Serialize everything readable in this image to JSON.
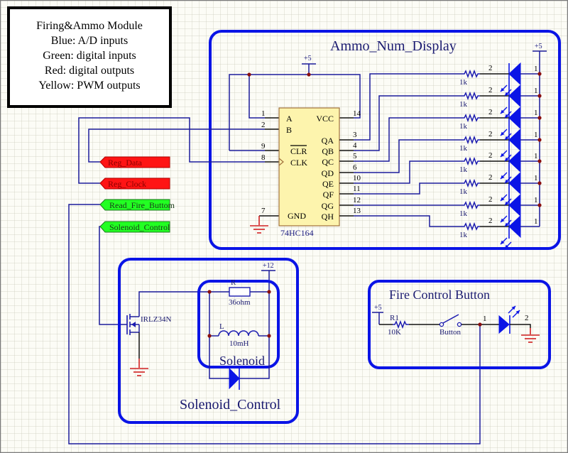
{
  "legend": {
    "title": "Firing&Ammo Module",
    "lines": [
      "Blue: A/D inputs",
      "Green: digital inputs",
      "Red: digital outputs",
      "Yellow: PWM outputs"
    ]
  },
  "ports": [
    {
      "name": "Reg_Data",
      "fill": "#ff1414",
      "stroke": "#b00000",
      "text_color": "#8a0000"
    },
    {
      "name": "Reg_Clock",
      "fill": "#ff1414",
      "stroke": "#b00000",
      "text_color": "#8a0000"
    },
    {
      "name": "Read_Fire_Buttom",
      "fill": "#22ff22",
      "stroke": "#1f7a1f",
      "text_color": "#1a3a1a"
    },
    {
      "name": "Solenoid_Control",
      "fill": "#22ff22",
      "stroke": "#1f7a1f",
      "text_color": "#1a3a1a"
    }
  ],
  "ammo_display": {
    "title": "Ammo_Num_Display",
    "chip_supply": "+5",
    "led_supply": "+5",
    "chip": {
      "part": "74HC164",
      "power_pin": {
        "num": "14",
        "name": "VCC"
      },
      "left_pins": [
        {
          "num": "1",
          "name": "A"
        },
        {
          "num": "2",
          "name": "B"
        },
        {
          "num": "9",
          "name": "CLR"
        },
        {
          "num": "8",
          "name": "CLK"
        },
        {
          "num": "7",
          "name": "GND"
        }
      ]
    },
    "led_rows": [
      {
        "output": "QA",
        "pin": "3",
        "resistor": "1k",
        "cathode_pin": "2",
        "anode_pin": "1"
      },
      {
        "output": "QB",
        "pin": "4",
        "resistor": "1k",
        "cathode_pin": "2",
        "anode_pin": "1"
      },
      {
        "output": "QC",
        "pin": "5",
        "resistor": "1k",
        "cathode_pin": "2",
        "anode_pin": "1"
      },
      {
        "output": "QD",
        "pin": "6",
        "resistor": "1k",
        "cathode_pin": "2",
        "anode_pin": "1"
      },
      {
        "output": "QE",
        "pin": "10",
        "resistor": "1k",
        "cathode_pin": "2",
        "anode_pin": "1"
      },
      {
        "output": "QF",
        "pin": "11",
        "resistor": "1k",
        "cathode_pin": "2",
        "anode_pin": "1"
      },
      {
        "output": "QG",
        "pin": "12",
        "resistor": "1k",
        "cathode_pin": "2",
        "anode_pin": "1"
      },
      {
        "output": "QH",
        "pin": "13",
        "resistor": "1k",
        "cathode_pin": "2",
        "anode_pin": "1"
      }
    ]
  },
  "solenoid_control": {
    "title": "Solenoid_Control",
    "inner_title": "Solenoid",
    "supply": "+12",
    "mosfet": "IRLZ34N",
    "resistor": {
      "ref": "R",
      "value": "36ohm"
    },
    "inductor": {
      "ref": "L",
      "value": "10mH"
    }
  },
  "fire_control": {
    "title": "Fire Control Button",
    "supply": "+5",
    "resistor": {
      "ref": "R1",
      "value": "10K"
    },
    "switch": "Button",
    "led": {
      "pin1": "1",
      "pin2": "2"
    }
  }
}
